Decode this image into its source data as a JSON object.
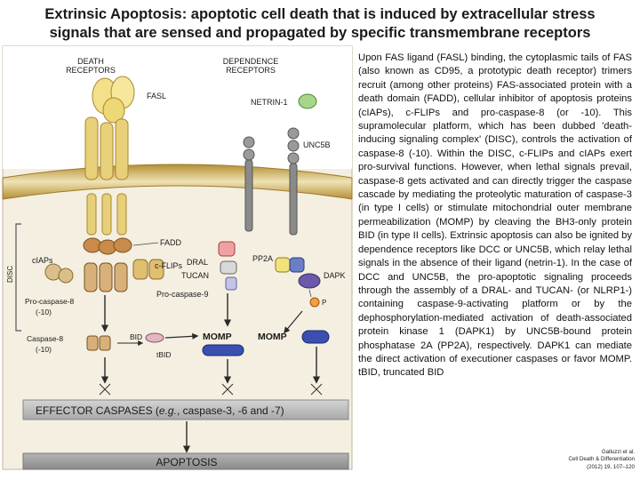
{
  "title": {
    "line1": "Extrinsic Apoptosis: apoptotic cell death that is induced by extracellular stress",
    "line2": "signals that are sensed and propagated by specific transmembrane receptors"
  },
  "diagram": {
    "death_receptors": [
      "DEATH",
      "RECEPTORS"
    ],
    "dependence_receptors": [
      "DEPENDENCE",
      "RECEPTORS"
    ],
    "fasl": "FASL",
    "netrin": "NETRIN-1",
    "unc5b": "UNC5B",
    "disc": "DISC",
    "fadd": "FADD",
    "ciaps": "cIAPs",
    "cflips": "c-FLIPs",
    "dral": "DRAL",
    "tucan": "TUCAN",
    "pp2a": "PP2A",
    "dapk": "DAPK",
    "procasp9": "Pro-caspase-9",
    "procasp8": [
      "Pro-caspase-8",
      "(-10)"
    ],
    "casp8": [
      "Caspase-8",
      "(-10)"
    ],
    "bid": "BID",
    "tbid": "tBID",
    "momp1": "MOMP",
    "momp2": "MOMP",
    "p": "P",
    "effector_prefix": "EFFECTOR CASPASES (",
    "effector_eg": "e.g.",
    "effector_suffix": ", caspase-3, -6 and -7)",
    "apoptosis": "APOPTOSIS"
  },
  "body_text": "Upon FAS ligand (FASL) binding, the cytoplasmic tails of FAS (also known as CD95, a prototypic death receptor) trimers recruit (among other proteins) FAS-associated protein with a death domain (FADD), cellular inhibitor of apoptosis proteins (cIAPs), c-FLIPs and pro-caspase-8 (or -10). This supramolecular platform, which has been dubbed 'death-inducing signaling complex' (DISC), controls the activation of caspase-8 (-10). Within the DISC, c-FLIPs and cIAPs exert pro-survival functions. However, when lethal signals prevail, caspase-8 gets activated and can directly trigger the caspase cascade by mediating the proteolytic maturation of caspase-3 (in type I cells) or stimulate mitochondrial outer membrane permeabilization (MOMP) by cleaving the BH3-only protein BID (in type II cells). Extrinsic apoptosis can also be ignited by dependence receptors like DCC or UNC5B, which relay lethal signals in the absence of their ligand (netrin-1). In the case of DCC and UNC5B, the pro-apoptotic signaling proceeds through the assembly of a DRAL- and TUCAN- (or NLRP1-) containing caspase-9-activating platform or by the dephosphorylation-mediated activation of death-associated protein kinase 1 (DAPK1) by UNC5B-bound protein phosphatase 2A (PP2A), respectively. DAPK1 can mediate the direct activation of executioner caspases or favor MOMP. tBID, truncated BID",
  "citation": {
    "line1": "Galluzzi et al.",
    "line2": "Cell Death & Differentiation",
    "line3": "(2012) 19, 107–120"
  },
  "colors": {
    "membrane": "#c9a64a",
    "fas_receptor": "#e8cf7a",
    "fasl": "#f2e08a",
    "fadd": "#c98a4a",
    "caspase8": "#d8b07a",
    "momp": "#3a4fb0",
    "effector_bar": "#b7b7b7",
    "apoptosis_bar": "#9a9a9a",
    "netrin": "#a6d68a",
    "unc5b": "#8a8a8a",
    "pp2a": "#6a7ec8",
    "dapk": "#6a5aa8"
  }
}
